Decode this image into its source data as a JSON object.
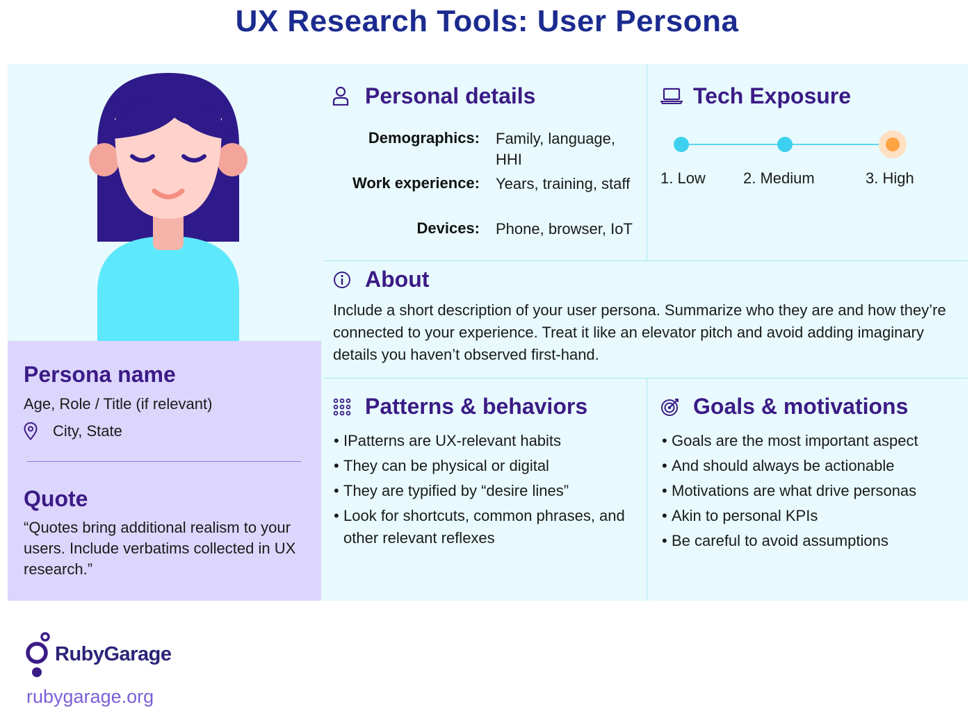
{
  "title": "UX Research Tools: User Persona",
  "colors": {
    "title": "#1b2b8f",
    "heading": "#3b1b86",
    "card_bg": "#e8fafd",
    "persona_bg": "#dcd6fd",
    "accent_cyan": "#3ed0ef",
    "accent_orange": "#ffa443"
  },
  "persona": {
    "name": "Persona name",
    "subtitle": "Age, Role / Title (if relevant)",
    "location": "City, State",
    "location_icon": "map-pin-icon",
    "quote_heading": "Quote",
    "quote_text": "“Quotes bring additional realism to your users. Include verbatims collected in UX research.”"
  },
  "personal_details": {
    "heading": "Personal details",
    "icon": "user-icon",
    "rows": [
      {
        "label": "Demographics:",
        "value": "Family, language, HHI"
      },
      {
        "label": "Work experience:",
        "value": "Years, training, staff"
      },
      {
        "label": "Devices:",
        "value": "Phone, browser, IoT"
      }
    ]
  },
  "tech_exposure": {
    "heading": "Tech Exposure",
    "icon": "laptop-icon",
    "levels": [
      "1. Low",
      "2. Medium",
      "3. High"
    ],
    "selected_level": "3. High"
  },
  "about": {
    "heading": "About",
    "icon": "info-icon",
    "text": "Include a short description of your user persona. Summarize who they are and how they’re connected to your experience. Treat it like an elevator pitch and avoid adding imaginary details you haven’t observed first-hand."
  },
  "patterns": {
    "heading": "Patterns & behaviors",
    "icon": "dot-grid-icon",
    "items": [
      "IPatterns are UX-relevant habits",
      "They can be physical or digital",
      "They are typified by “desire lines”",
      "Look for shortcuts, common phrases, and other relevant reflexes"
    ]
  },
  "goals": {
    "heading": "Goals & motivations",
    "icon": "target-icon",
    "items": [
      "Goals are the most important aspect",
      "And should always be actionable",
      "Motivations are what drive personas",
      "Akin to personal KPIs",
      "Be careful to avoid assumptions"
    ]
  },
  "footer": {
    "brand": "RubyGarage",
    "url": "rubygarage.org",
    "logo_icon": "rubygarage-logo-icon"
  }
}
